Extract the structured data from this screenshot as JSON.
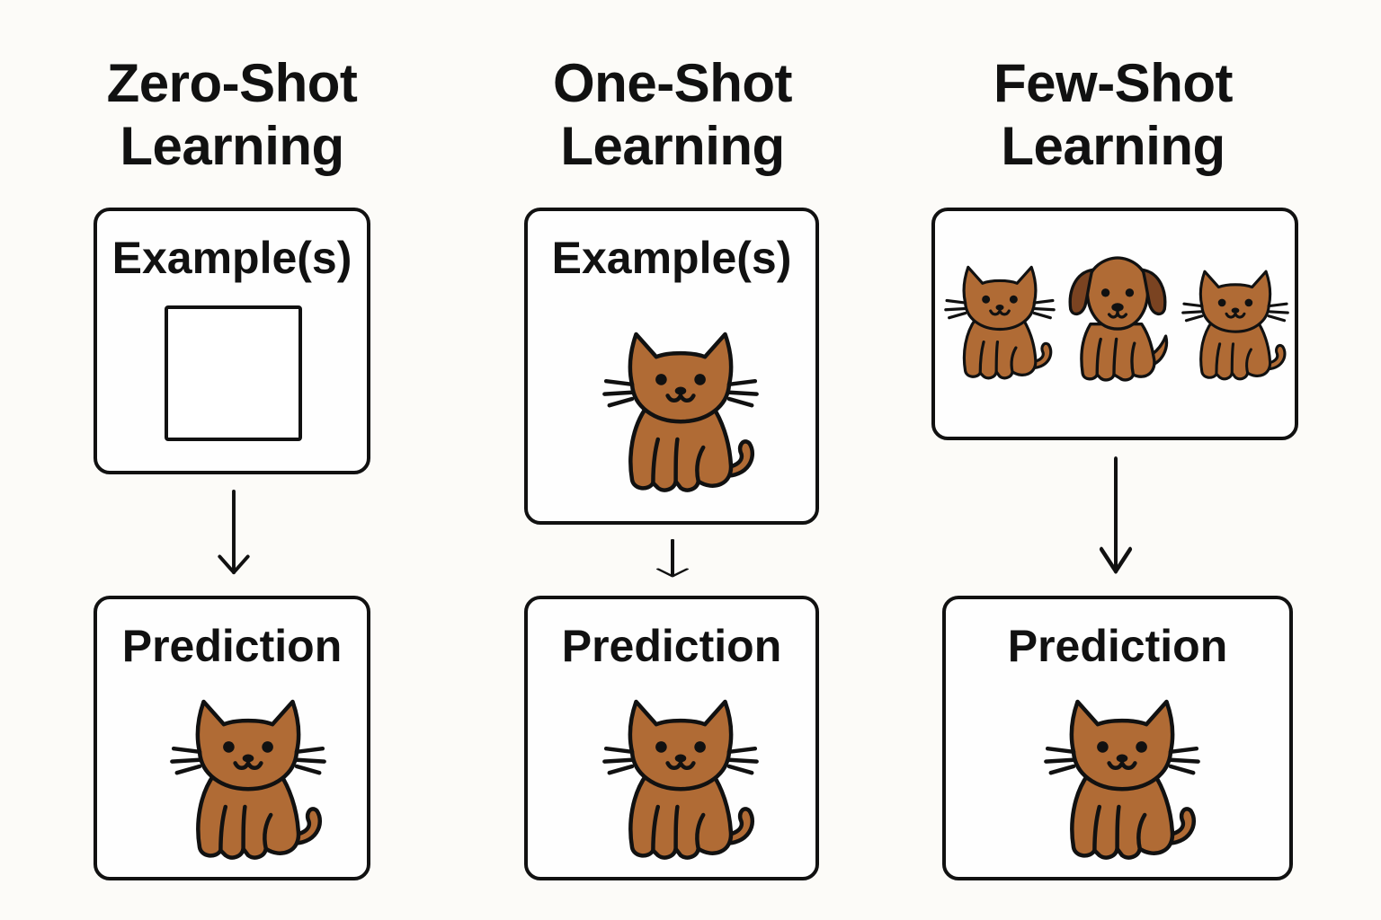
{
  "columns": [
    {
      "title_line1": "Zero-Shot",
      "title_line2": "Learning",
      "examples_label": "Example(s)",
      "examples_content": "empty",
      "prediction_label": "Prediction",
      "prediction_content": "cat"
    },
    {
      "title_line1": "One-Shot",
      "title_line2": "Learning",
      "examples_label": "Example(s)",
      "examples_content": [
        "cat"
      ],
      "prediction_label": "Prediction",
      "prediction_content": "cat"
    },
    {
      "title_line1": "Few-Shot",
      "title_line2": "Learning",
      "examples_label": "",
      "examples_content": [
        "cat",
        "dog",
        "cat"
      ],
      "prediction_label": "Prediction",
      "prediction_content": "cat"
    }
  ],
  "colors": {
    "background": "#fcfbf8",
    "outline": "#111111",
    "fur": "#b06b35",
    "dog_ears": "#7a4321"
  },
  "icons": [
    "cat-icon",
    "dog-icon",
    "empty-square-icon",
    "down-arrow-icon"
  ]
}
